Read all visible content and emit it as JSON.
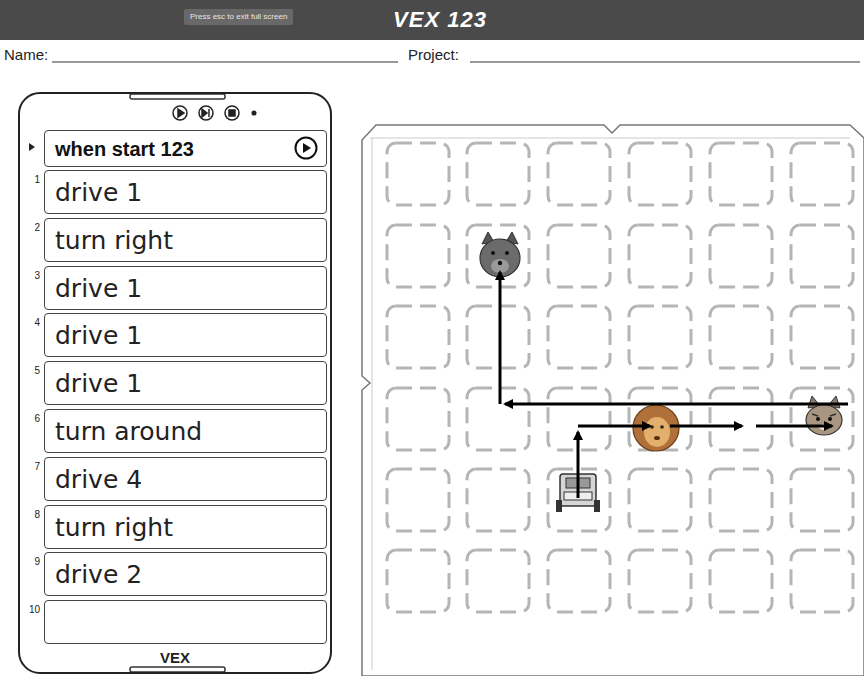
{
  "diagram": {
    "nodes": [
      {
        "text": [
          "VEX 123"
        ]
      },
      {
        "text": [
          "VEX"
        ]
      },
      {
        "text": [
          "when start 123"
        ],
        "in": 1
      },
      {
        "text": [
          "1",
          "drive 1"
        ],
        "in": 1
      },
      {
        "text": [
          "2",
          "turn right"
        ],
        "in": 1
      },
      {
        "text": [
          "3",
          "drive 1"
        ],
        "in": 1
      },
      {
        "text": [
          "4",
          "drive 1"
        ],
        "in": 1
      },
      {
        "text": [
          "5",
          "drive 1"
        ],
        "in": 1
      },
      {
        "text": [
          "6",
          "turn around"
        ],
        "in": 1
      },
      {
        "text": [
          "7",
          "drive 4"
        ],
        "in": 1
      },
      {
        "text": [
          "8",
          "turn right"
        ],
        "in": 1
      },
      {
        "text": [
          "9",
          "drive 2"
        ],
        "in": 1
      },
      {
        "text": [
          "10"
        ],
        "in": 1
      }
    ],
    "labels": [
      "Press esc to exit full screen",
      "Name:",
      "Project:"
    ]
  }
}
